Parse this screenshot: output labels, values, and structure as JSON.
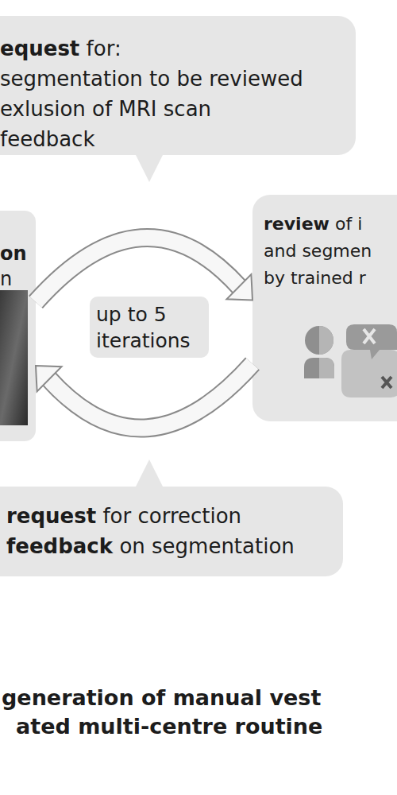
{
  "diagram": {
    "nodes": [
      {
        "text": [
          "equest",
          "for:",
          "segmentation to be reviewed",
          "exlusion of MRI scan",
          "feedback"
        ]
      },
      {
        "text": [
          "on",
          "n"
        ]
      },
      {
        "text": [
          "review",
          "of i",
          "and segmen",
          "by trained r"
        ]
      },
      {
        "text": [
          "up to 5 iterations"
        ]
      },
      {
        "text": [
          "request",
          "for correction",
          "feedback",
          "on segmentation"
        ]
      }
    ],
    "edges": [
      {
        "from": 1,
        "to": 2,
        "arrow": "to"
      },
      {
        "from": 2,
        "to": 1,
        "arrow": "to"
      }
    ],
    "labels": [
      "generation of manual vest",
      "ated multi-centre routine"
    ]
  }
}
